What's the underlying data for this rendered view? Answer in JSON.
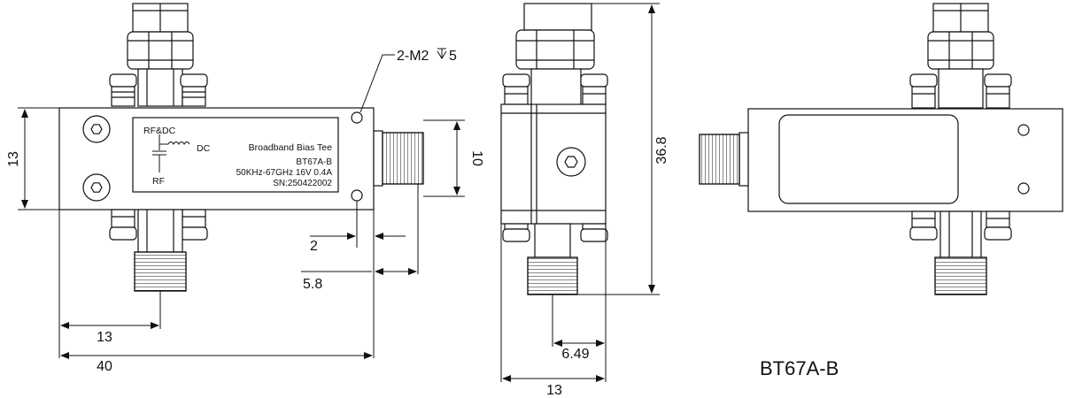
{
  "drawing": {
    "hole_callout": "2-M2",
    "hole_callout_depth": "5",
    "model_caption": "BT67A-B",
    "label_plate": {
      "port_top": "RF&DC",
      "port_dc": "DC",
      "port_rf": "RF",
      "product_name": "Broadband Bias Tee",
      "model": "BT67A-B",
      "spec": "50KHz-67GHz 16V 0.4A",
      "serial": "SN:250422002"
    },
    "dimensions": {
      "front_height": "13",
      "connector_height": "10",
      "hole_offset": "2",
      "connector_offset": "5.8",
      "port_position": "13",
      "overall_length": "40",
      "side_height": "36.8",
      "side_port_offset": "6.49",
      "side_width": "13"
    }
  }
}
